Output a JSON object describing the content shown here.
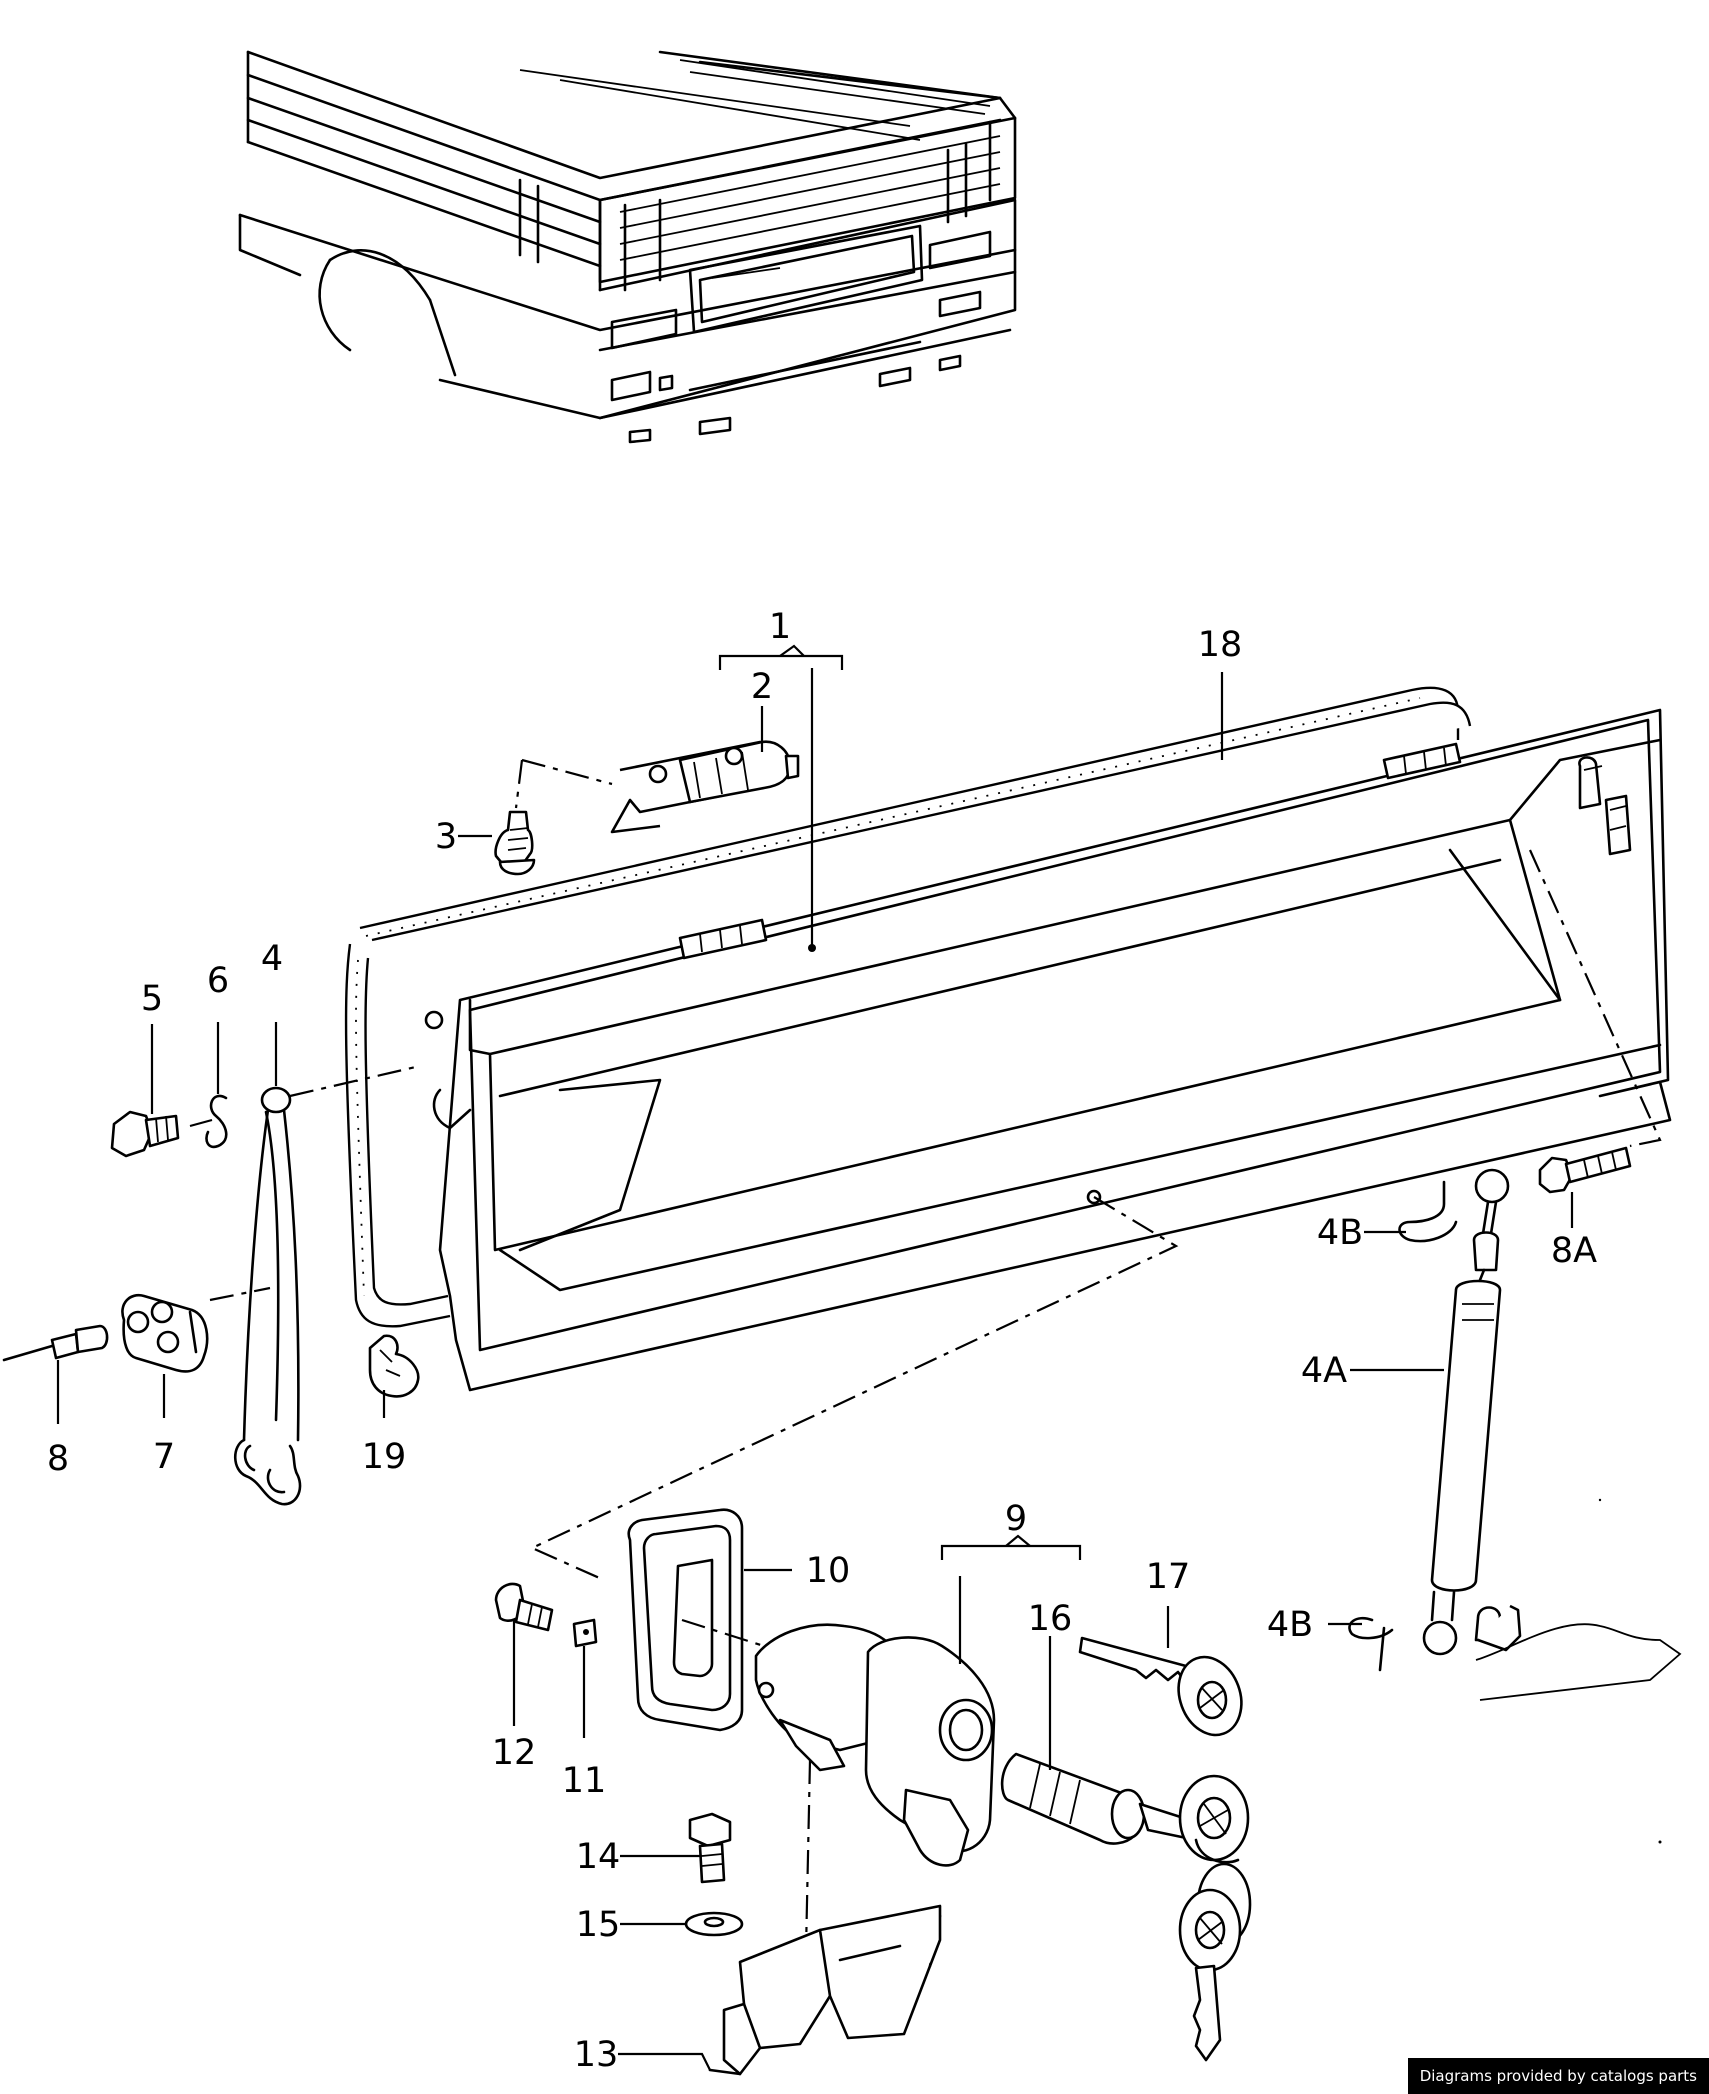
{
  "labels": {
    "p1": "1",
    "p2": "2",
    "p3": "3",
    "p4": "4",
    "p4a": "4A",
    "p4b_top": "4B",
    "p4b_bottom": "4B",
    "p5": "5",
    "p6": "6",
    "p7": "7",
    "p8": "8",
    "p8a": "8A",
    "p9": "9",
    "p10": "10",
    "p11": "11",
    "p12": "12",
    "p13": "13",
    "p14": "14",
    "p15": "15",
    "p16": "16",
    "p17": "17",
    "p18": "18",
    "p19": "19"
  },
  "credit": "Diagrams provided by catalogs parts"
}
